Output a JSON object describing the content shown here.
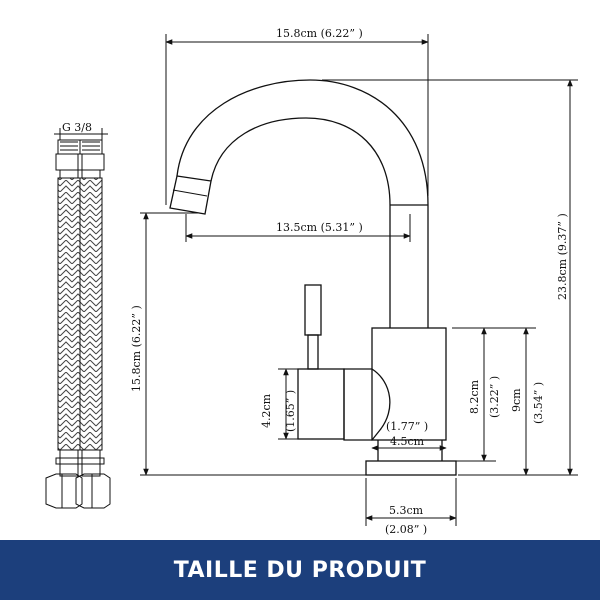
{
  "diagram": {
    "hose_fitting_label": "G  3/8",
    "top_width": "15.8cm (6.22” )",
    "spout_reach": "13.5cm (5.31” )",
    "spout_height": "15.8cm (6.22” )",
    "total_height": "23.8cm (9.37” )",
    "handle_height_cm": "4.2cm",
    "handle_height_in": "(1.65” )",
    "body_height_cm": "8.2cm",
    "body_height_in": "(3.22” )",
    "body_to_base_cm": "9cm",
    "body_to_base_in": "(3.54” )",
    "body_width_in": "(1.77” )",
    "body_width_cm": "4.5cm",
    "base_width_cm": "5.3cm",
    "base_width_in": "(2.08” )"
  },
  "footer": {
    "title": "TAILLE DU PRODUIT",
    "background_color": "#1c3f7c"
  }
}
